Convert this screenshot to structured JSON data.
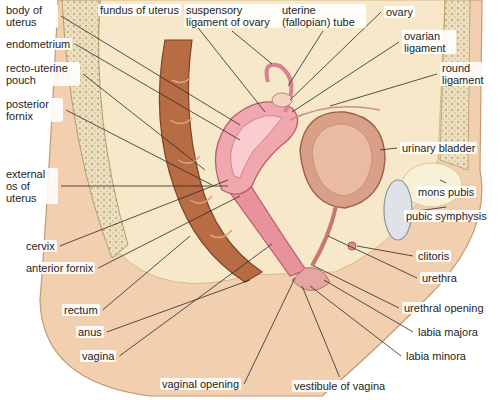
{
  "diagram": {
    "labels": [
      "body of uterus",
      "fundus of uterus",
      "suspensory ligament of ovary",
      "uterine (fallopian) tube",
      "ovary",
      "endometrium",
      "ovarian ligament",
      "recto-uterine pouch",
      "round ligament",
      "posterior fornix",
      "urinary bladder",
      "external os of uterus",
      "mons pubis",
      "pubic symphysis",
      "cervix",
      "anterior fornix",
      "clitoris",
      "urethra",
      "rectum",
      "urethral opening",
      "anus",
      "labia majora",
      "vagina",
      "labia minora",
      "vaginal opening",
      "vestibule of vagina"
    ]
  }
}
